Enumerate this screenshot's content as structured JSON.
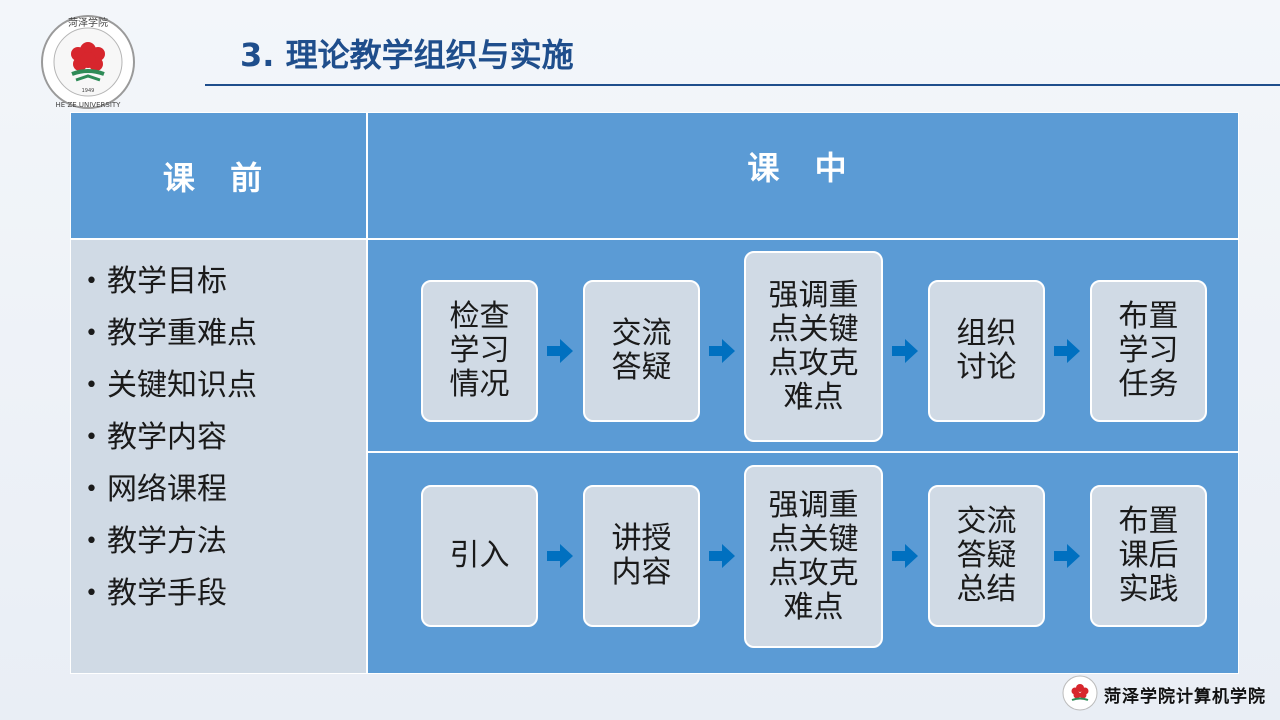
{
  "logo": {
    "text_top": "菏泽学院",
    "text_bottom": "HE ZE UNIVERSITY",
    "year": "1949"
  },
  "page_title": "3. 理论教学组织与实施",
  "table": {
    "head_left": "课 前",
    "head_right": "课 中",
    "pre_class_items": [
      "教学目标",
      "教学重难点",
      "关键知识点",
      "教学内容",
      "网络课程",
      "教学方法",
      "教学手段"
    ],
    "row1_steps": [
      "检查\n学习\n情况",
      "交流\n答疑",
      "强调重\n点关键\n点攻克\n难点",
      "组织\n讨论",
      "布置\n学习\n任务"
    ],
    "row2_steps": [
      "引入",
      "讲授\n内容",
      "强调重\n点关键\n点攻克\n难点",
      "交流\n答疑\n总结",
      "布置\n课后\n实践"
    ]
  },
  "footer": {
    "text": "菏泽学院计算机学院"
  },
  "colors": {
    "title": "#1f4e8c",
    "header_fill": "#5b9bd5",
    "box_fill": "#d0dae5",
    "arrow": "#0070c0"
  }
}
